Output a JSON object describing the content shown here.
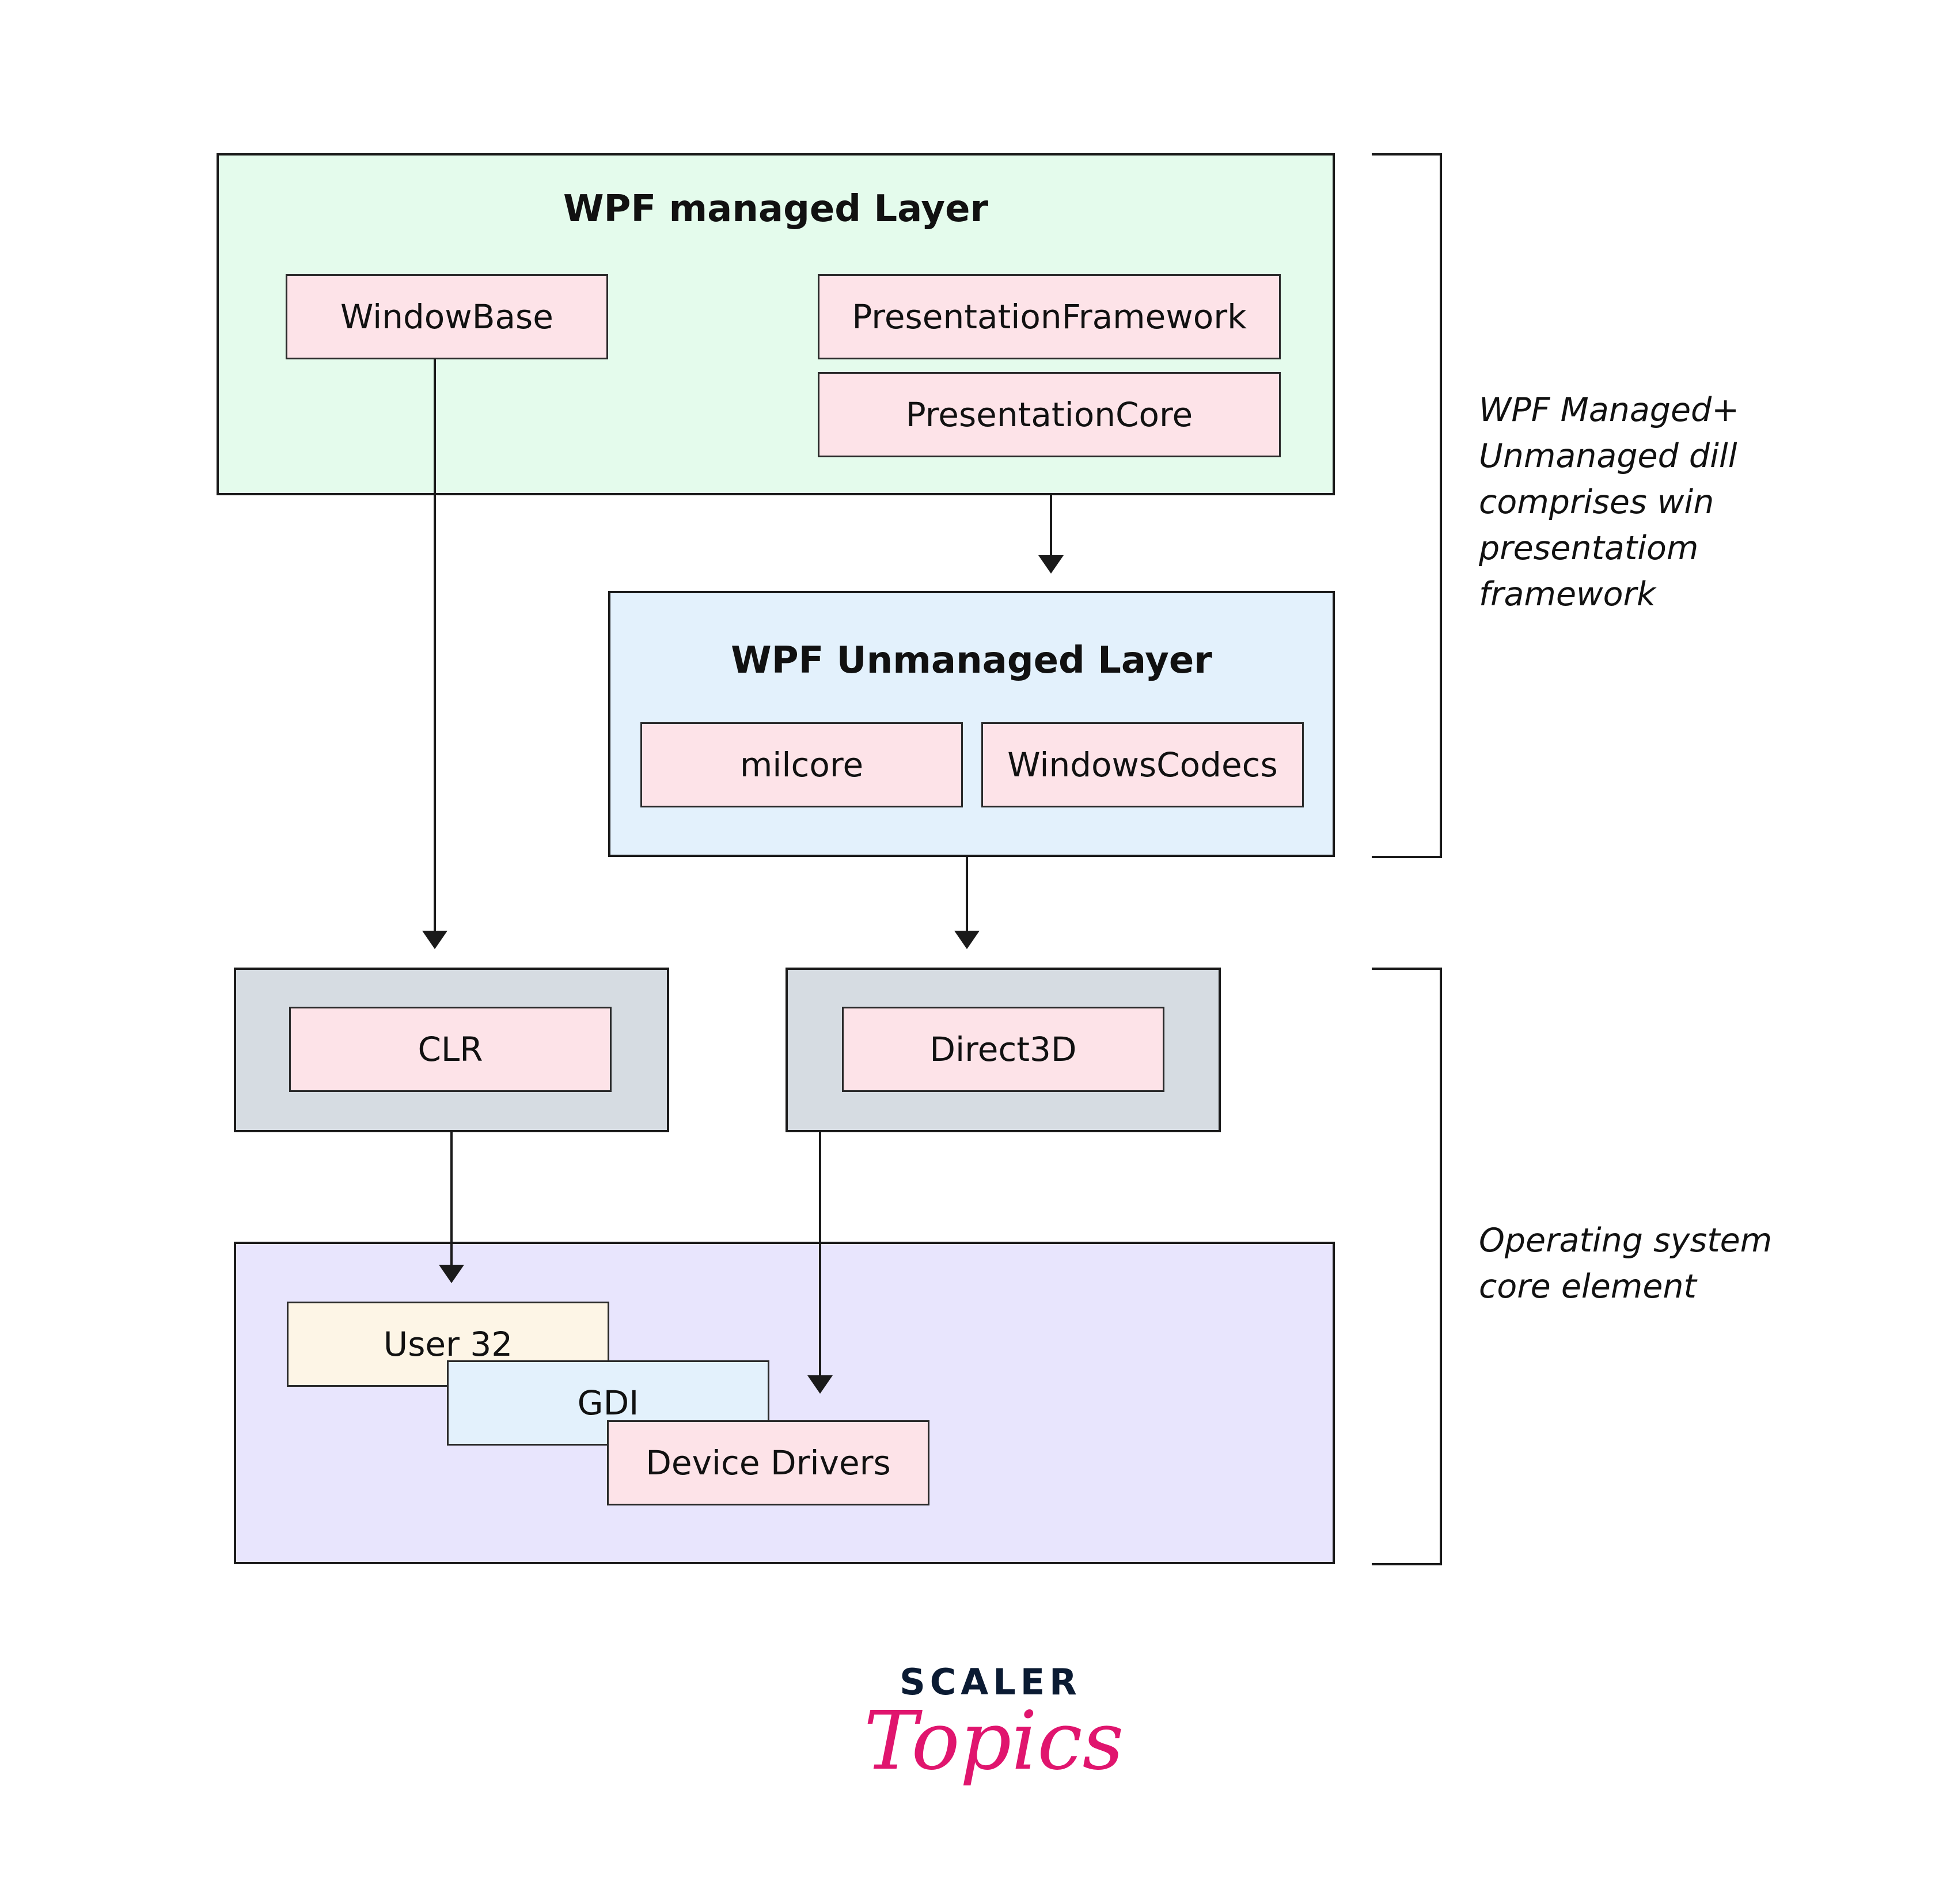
{
  "managed_layer": {
    "title": "WPF managed Layer",
    "components": [
      "WindowBase",
      "PresentationFramework",
      "PresentationCore"
    ]
  },
  "unmanaged_layer": {
    "title": "WPF Unmanaged Layer",
    "components": [
      "milcore",
      "WindowsCodecs"
    ]
  },
  "runtime": {
    "clr": "CLR",
    "direct3d": "Direct3D"
  },
  "os_core": {
    "components": [
      "User 32",
      "GDI",
      "Device Drivers"
    ]
  },
  "annotations": {
    "wpf_note": [
      "WPF Managed+",
      "Unmanaged dill",
      "comprises win",
      "presentatiom",
      "framework"
    ],
    "os_note": [
      "Operating system",
      "core element"
    ]
  },
  "logo": {
    "top": "SCALER",
    "bottom": "Topics"
  },
  "colors": {
    "managed_bg": "#e4fbec",
    "unmanaged_bg": "#e3f1fc",
    "runtime_bg": "#d6dce2",
    "os_bg": "#e8e5fd",
    "component_bg": "#fde3e8",
    "user32_bg": "#fdf5e6",
    "gdi_bg": "#e3f1fc",
    "logo_accent": "#e0156e"
  }
}
